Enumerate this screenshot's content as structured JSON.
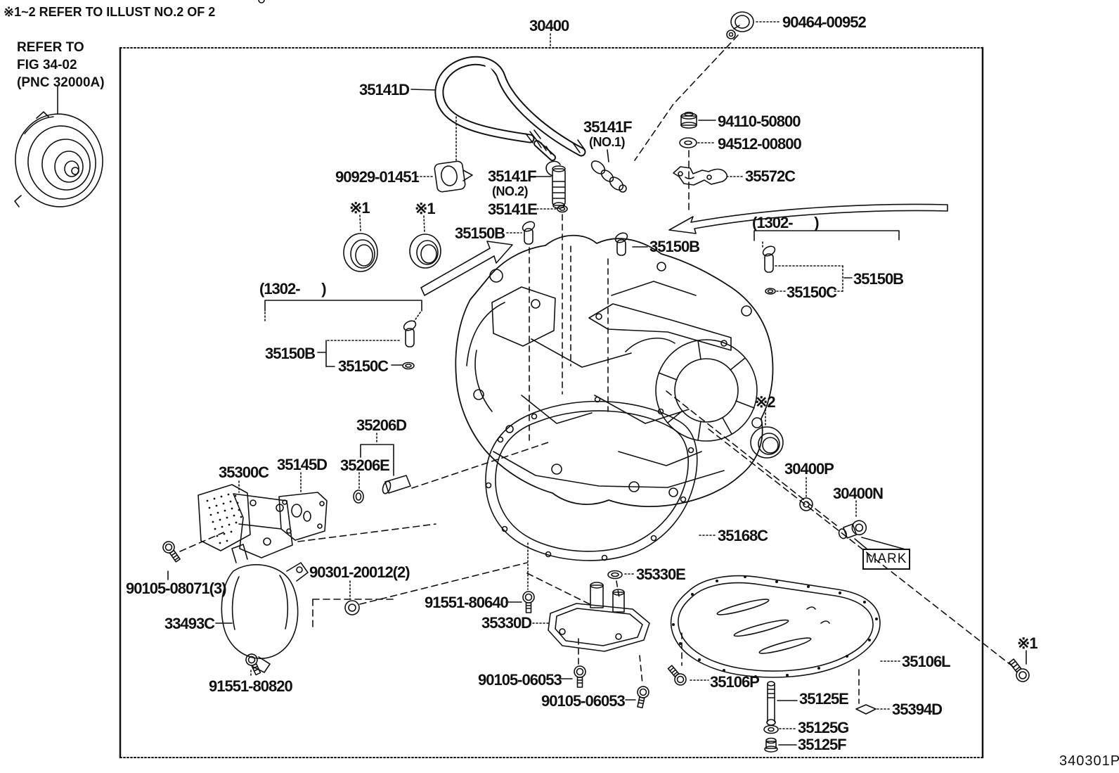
{
  "page": {
    "background": "#ffffff",
    "ink": "#111111"
  },
  "header": {
    "note": "※1~2 REFER TO ILLUST NO.2 OF 2",
    "figure_code": "340301P"
  },
  "refer_box": {
    "line1": "REFER TO",
    "line2": "FIG 34-02",
    "line3": "(PNC 32000A)"
  },
  "callouts": {
    "main": "30400",
    "clamp": "90464-00952",
    "hose": "35141D",
    "hose_clamp": "90929-01451",
    "union": "35141F",
    "union_no1": "(NO.1)",
    "union_no2": "(NO.2)",
    "nut": "94110-50800",
    "washer": "94512-00800",
    "bracket": "35572C",
    "union_oring": "35141E",
    "sensor": "35150B",
    "sensor_oring": "35150C",
    "date_range": "(1302-      )",
    "star1": "※1",
    "star2": "※2",
    "acc_ring": "35206D",
    "acc_piston": "35206E",
    "body_plate": "35300C",
    "plate_gasket": "35145D",
    "washer_p": "30400P",
    "plug_n": "30400N",
    "pan_gasket": "35168C",
    "mark": "MARK",
    "bolt_08071": "90105-08071(3)",
    "oring_90301": "90301-20012(2)",
    "cooler": "33493C",
    "bolt_80820": "91551-80820",
    "bolt_80640": "91551-80640",
    "strainer_oring": "35330E",
    "strainer": "35330D",
    "bolt_06053": "90105-06053",
    "pan_bolt": "35106P",
    "pan": "35106L",
    "drain_stud": "35125E",
    "pan_seal": "35394D",
    "drain_washer": "35125G",
    "drain_plug": "35125F"
  }
}
